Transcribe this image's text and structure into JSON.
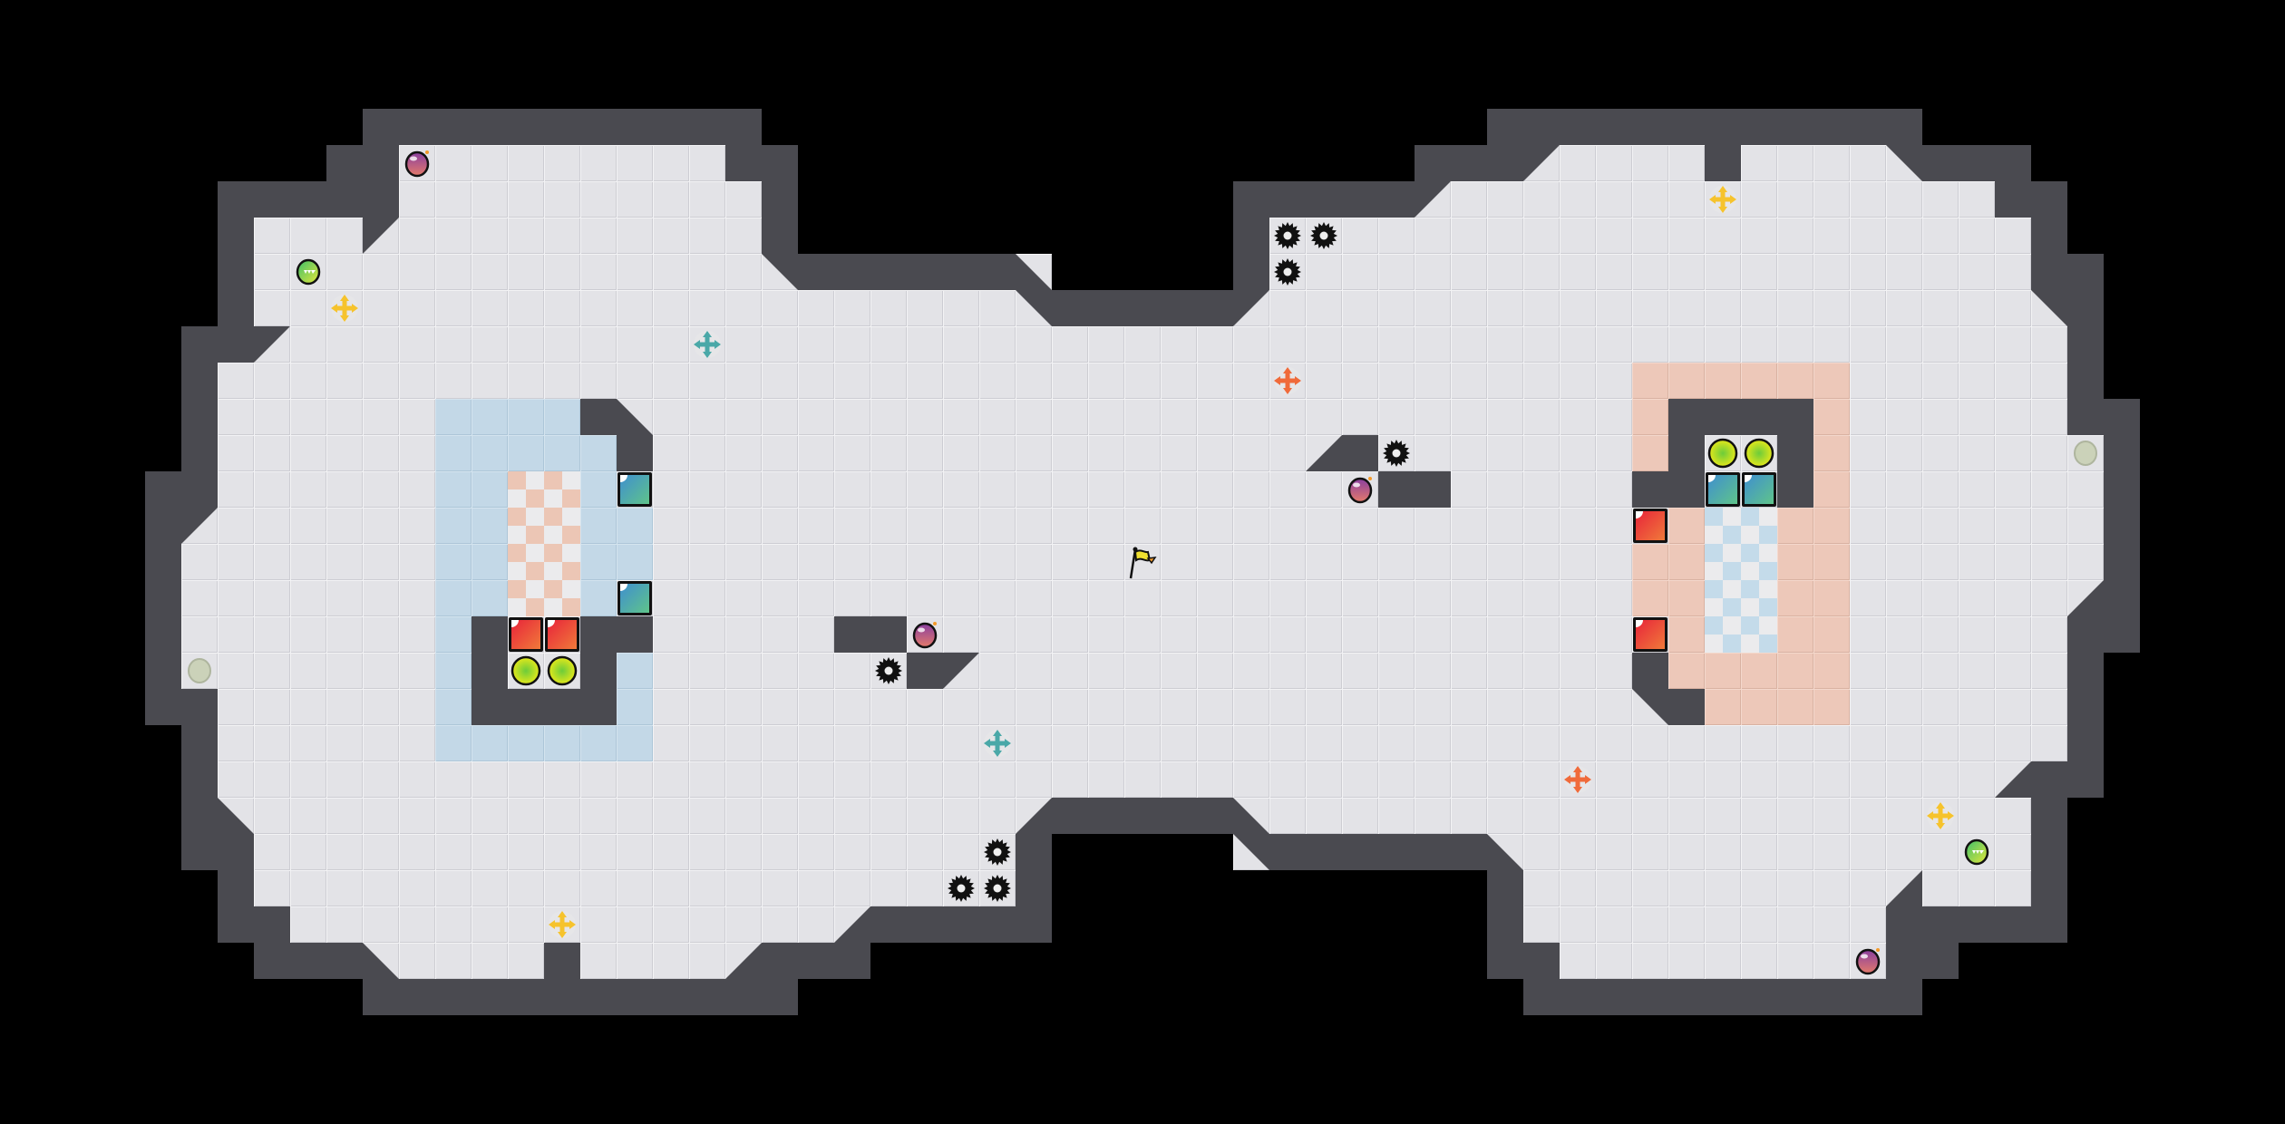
{
  "game": {
    "view": "map-overview",
    "legend": {
      "wall": "wall-tile",
      "floor": "floor-tile",
      "blue_zone": "blue-team-zone",
      "red_zone": "red-team-zone",
      "flag": "yellow-flag-icon",
      "bomb": "bomb-icon",
      "rolling_bomb": "rolling-bomb-icon",
      "spike": "spike-icon",
      "boost_neutral": "yellow-boost-icon",
      "boost_blue": "teal-boost-icon",
      "boost_red": "orange-boost-icon",
      "gate_red": "red-gate-tile",
      "gate_blue": "teal-gate-tile",
      "button": "yellow-button-icon",
      "inactive_portal": "gray-circle-icon"
    }
  },
  "colors": {
    "background": "#000000",
    "floor": "#e3e3e7",
    "wall": "#4a4a50",
    "blue_zone": "#c3d8e7",
    "red_zone": "#edc8b9",
    "flag": "#f0e030",
    "boost_yellow": "#f6c32c",
    "boost_teal": "#4aa8a8",
    "boost_orange": "#f06a3a"
  }
}
